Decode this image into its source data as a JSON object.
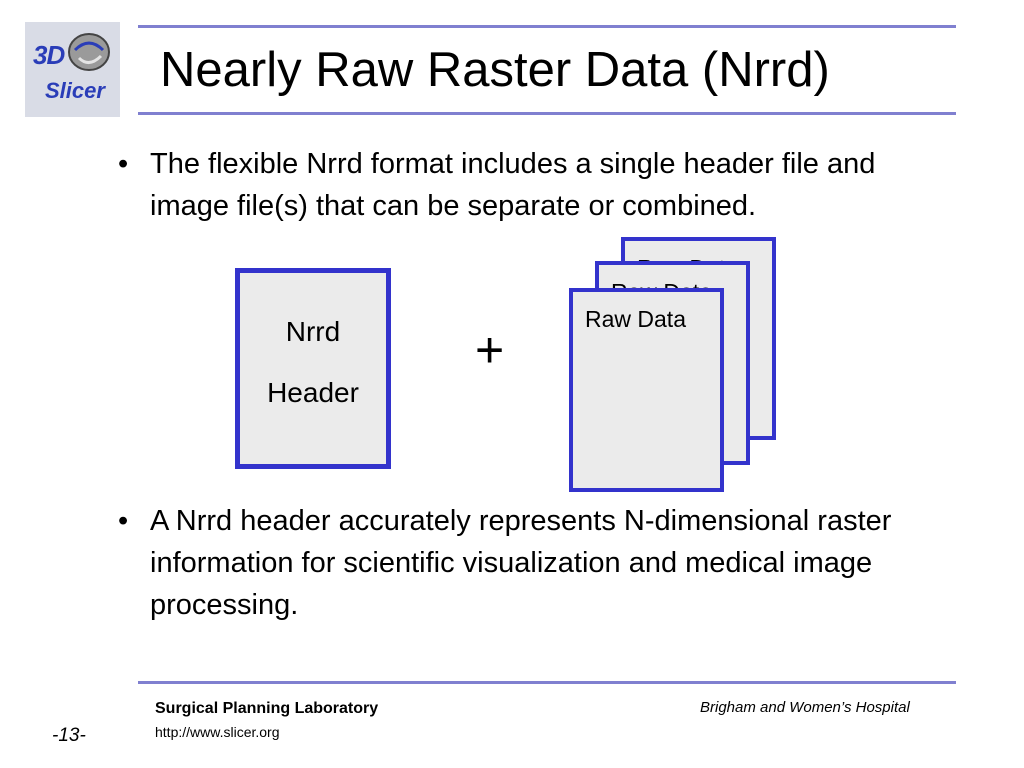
{
  "logo": {
    "line1": "3D",
    "line2": "Slicer"
  },
  "slide": {
    "title": "Nearly Raw Raster Data (Nrrd)",
    "bullets": [
      {
        "marker": "•",
        "text": "The flexible Nrrd format includes a single header file and image file(s) that can be separate or combined."
      },
      {
        "marker": "•",
        "text": "A Nrrd header accurately represents N-dimensional raster information for scientific visualization and medical image processing."
      }
    ]
  },
  "diagram": {
    "header_lines": [
      "Nrrd",
      "Header"
    ],
    "operator": "+",
    "data_pages": [
      "Raw Data",
      "Raw Data",
      "Raw Data"
    ]
  },
  "footer": {
    "lab": "Surgical Planning Laboratory",
    "url": "http://www.slicer.org",
    "hospital": "Brigham and Women’s Hospital",
    "page": "-13-"
  },
  "colors": {
    "accent_rule": "#8080d0",
    "box_border": "#3333cc",
    "box_fill": "#ebebeb",
    "logo_text": "#2a3db8"
  }
}
